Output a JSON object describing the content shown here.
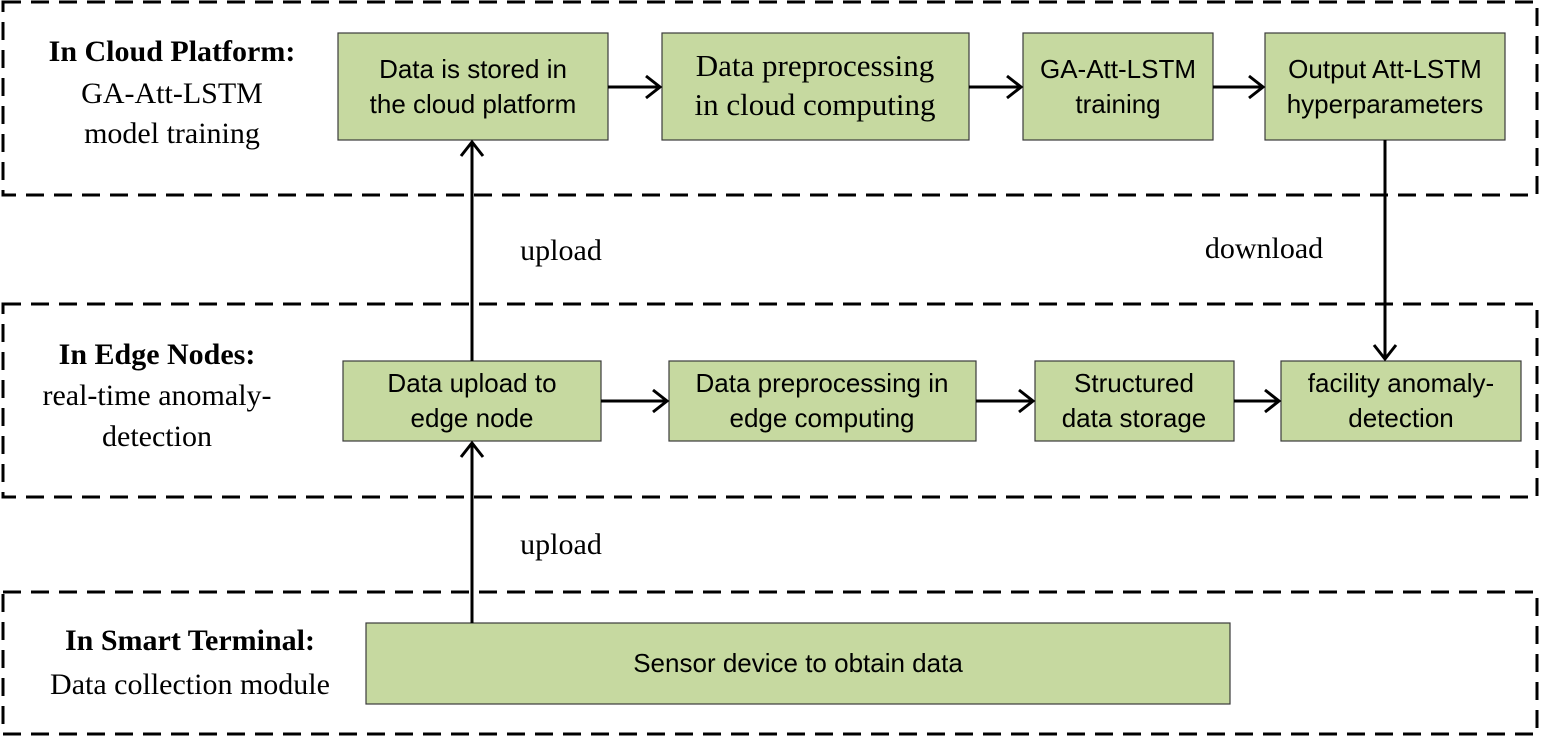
{
  "regions": {
    "cloud": {
      "title": "In Cloud Platform:",
      "desc_line1": "GA-Att-LSTM",
      "desc_line2": "model training"
    },
    "edge": {
      "title": "In Edge Nodes:",
      "desc_line1": "real-time anomaly-",
      "desc_line2": "detection"
    },
    "terminal": {
      "title": "In Smart Terminal:",
      "desc_line1": "Data collection module"
    }
  },
  "cloud_boxes": [
    {
      "line1": "Data is stored in",
      "line2": "the cloud platform"
    },
    {
      "line1": "Data preprocessing",
      "line2": "in cloud computing"
    },
    {
      "line1": "GA-Att-LSTM",
      "line2": "training"
    },
    {
      "line1": "Output Att-LSTM",
      "line2": "hyperparameters"
    }
  ],
  "edge_boxes": [
    {
      "line1": "Data upload to",
      "line2": "edge node"
    },
    {
      "line1": "Data preprocessing in",
      "line2": "edge computing"
    },
    {
      "line1": "Structured",
      "line2": "data storage"
    },
    {
      "line1": "facility anomaly-",
      "line2": "detection"
    }
  ],
  "terminal_box": {
    "label": "Sensor device to obtain data"
  },
  "edge_labels": {
    "upload_top": "upload",
    "download": "download",
    "upload_bottom": "upload"
  },
  "colors": {
    "box_fill": "#c6d9a0",
    "box_stroke": "#3b3b3b",
    "region_stroke": "#000000"
  }
}
